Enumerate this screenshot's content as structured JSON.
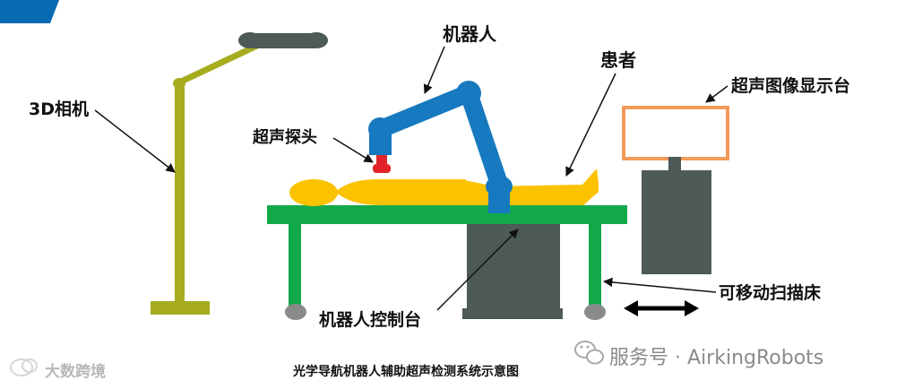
{
  "labels": {
    "camera": "3D相机",
    "robot": "机器人",
    "patient": "患者",
    "probe": "超声探头",
    "display": "超声图像显示台",
    "bed": "可移动扫描床",
    "controller": "机器人控制台"
  },
  "caption": "光学导航机器人辅助超声检测系统示意图",
  "watermarks": {
    "left": "大数跨境",
    "right_prefix": "服务号",
    "separator": "·",
    "right_name": "AirkingRobots"
  },
  "colors": {
    "accent_blue": "#0b6ab4",
    "camera_olive": "#a6ac1e",
    "bed_green": "#12a94a",
    "patient_yellow": "#fbc200",
    "robot_blue": "#1779bf",
    "console_gray": "#4d5a57",
    "display_orange": "#f39a5a"
  }
}
